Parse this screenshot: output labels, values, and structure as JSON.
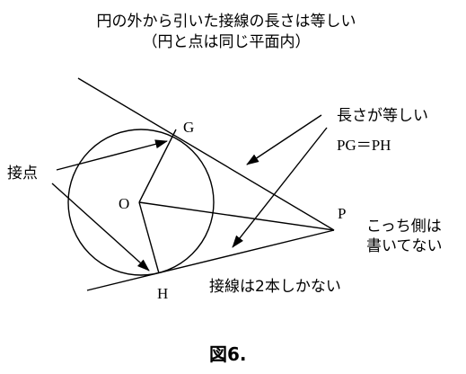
{
  "title": {
    "line1": "円の外から引いた接線の長さは等しい",
    "line2": "（円と点は同じ平面内）"
  },
  "points": {
    "G": "G",
    "O": "O",
    "H": "H",
    "P": "P"
  },
  "annotations": {
    "contact_point": "接点",
    "equal_length": "長さが等しい",
    "equation": "PG＝PH",
    "other_side_line1": "こっち側は",
    "other_side_line2": "書いてない",
    "two_tangents": "接線は2本しかない"
  },
  "caption": "図6."
}
